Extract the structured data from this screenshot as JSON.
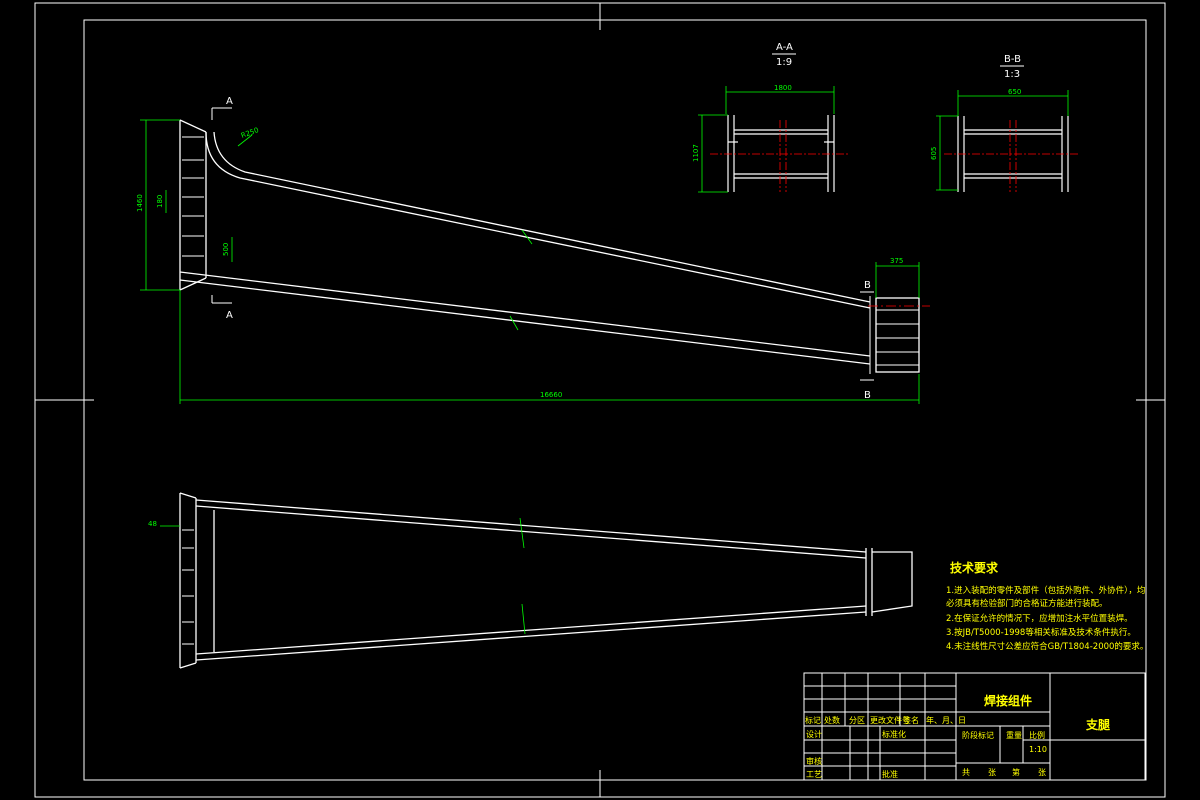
{
  "section_aa": {
    "title": "A-A",
    "scale": "1:9",
    "width_dim": "1800",
    "height_dim": "1107"
  },
  "section_bb": {
    "title": "B-B",
    "scale": "1:3",
    "width_dim": "650",
    "height_dim": "605"
  },
  "elevation": {
    "cut_a_top": "A",
    "cut_a_bottom": "A",
    "cut_b_top": "B",
    "cut_b_bottom": "B",
    "overall_length": "16660",
    "left_height": "1460",
    "sub_dim_1": "180",
    "sub_dim_2": "500",
    "radius": "R250",
    "end_width": "375"
  },
  "plan": {
    "left_dim": "48"
  },
  "tech_requirements": {
    "title": "技术要求",
    "items": [
      "1.进入装配的零件及部件（包括外购件、外协件），均",
      "  必须具有检验部门的合格证方能进行装配。",
      "2.在保证允许的情况下，应增加注水平位置装焊。",
      "3.按JB/T5000-1998等相关标准及技术条件执行。",
      "4.未注线性尺寸公差应符合GB/T1804-2000的要求。"
    ]
  },
  "title_block": {
    "part_name": "焊接组件",
    "drawing_name": "支腿",
    "headers": [
      "标记",
      "处数",
      "分区",
      "更改文件号",
      "签名",
      "年、月、日"
    ],
    "design": "设计",
    "standardization": "标准化",
    "review": "审核",
    "process": "工艺",
    "approve": "批准",
    "stage_mark": "阶段标记",
    "weight": "重量",
    "ratio": "比例",
    "ratio_value": "1:10",
    "sheets": [
      "共",
      "张",
      "第",
      "张"
    ]
  },
  "colors": {
    "outline": "#ffffff",
    "dimension": "#00ff00",
    "text": "#ffff00",
    "centerline": "#ff0000"
  }
}
